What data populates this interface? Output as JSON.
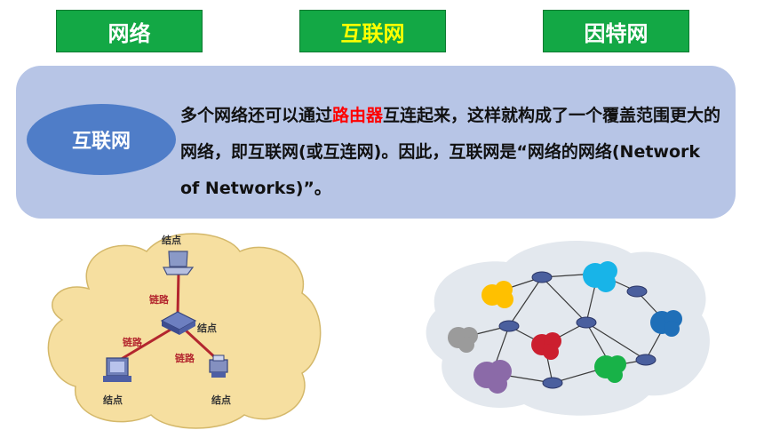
{
  "tabs": [
    {
      "label": "网络",
      "active": false
    },
    {
      "label": "互联网",
      "active": true
    },
    {
      "label": "因特网",
      "active": false
    }
  ],
  "topic": {
    "label": "互联网"
  },
  "description": {
    "before": "多个网络还可以通过",
    "highlight": "路由器",
    "after": "互连起来，这样就构成了一个覆盖范围更大的网络，即互联网(或互连网)。因此，互联网是“网络的网络(Network of Networks)”。"
  },
  "left_diagram": {
    "node_label": "结点",
    "link_label": "链路"
  },
  "colors": {
    "tab_green": "#13a845",
    "active_tab_text": "#ffff00",
    "panel_blue": "#b7c5e6",
    "ellipse_blue": "#4f7dc8",
    "highlight_red": "#ff0000",
    "cloud_yellow": "#f6dfa0",
    "link_red": "#b3262e"
  }
}
